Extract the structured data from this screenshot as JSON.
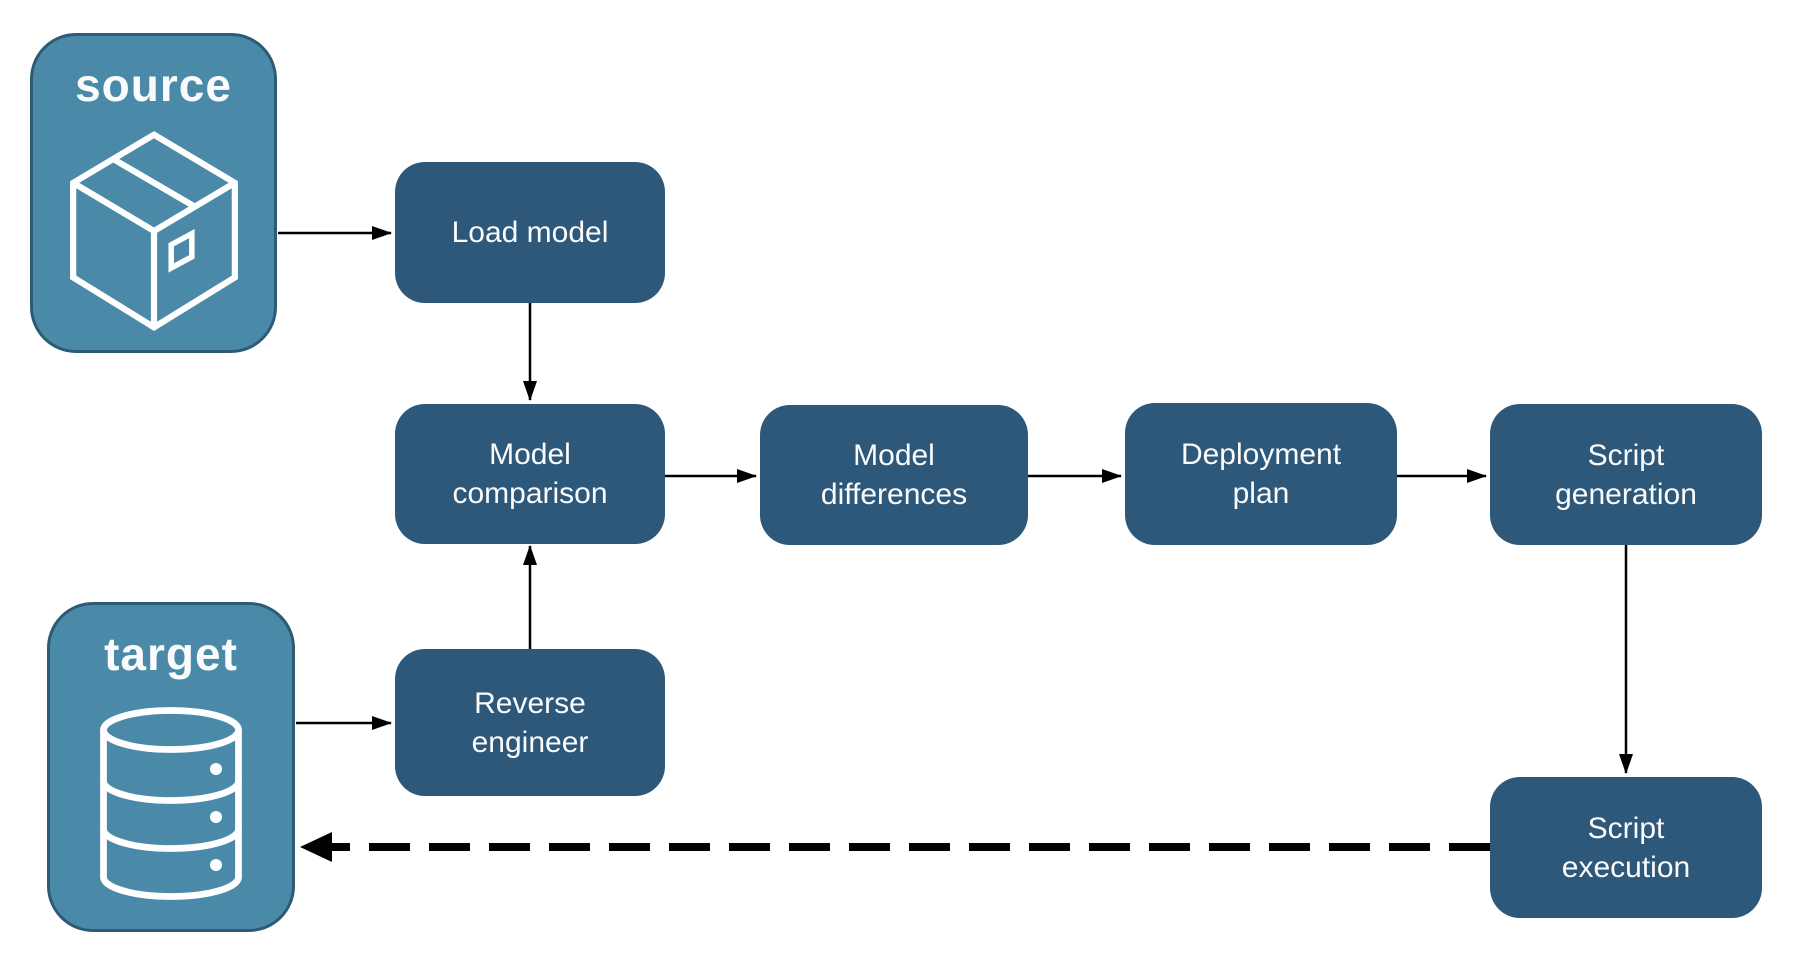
{
  "colors": {
    "background": "#FFFFFF",
    "node_fill": "#2D587A",
    "endpoint_fill": "#4A8AA8",
    "endpoint_border": "#2E5B74",
    "arrow": "#000000",
    "text": "#FAFBFC"
  },
  "endpoints": {
    "source": {
      "label": "source",
      "icon": "package-icon"
    },
    "target": {
      "label": "target",
      "icon": "database-icon"
    }
  },
  "nodes": {
    "load_model": {
      "label": "Load model"
    },
    "model_comparison": {
      "label": "Model\ncomparison"
    },
    "model_differences": {
      "label": "Model\ndifferences"
    },
    "deployment_plan": {
      "label": "Deployment\nplan"
    },
    "script_generation": {
      "label": "Script\ngeneration"
    },
    "reverse_engineer": {
      "label": "Reverse\nengineer"
    },
    "script_execution": {
      "label": "Script\nexecution"
    }
  },
  "edges": [
    {
      "from": "source",
      "to": "load_model",
      "style": "solid"
    },
    {
      "from": "load_model",
      "to": "model_comparison",
      "style": "solid"
    },
    {
      "from": "target",
      "to": "reverse_engineer",
      "style": "solid"
    },
    {
      "from": "reverse_engineer",
      "to": "model_comparison",
      "style": "solid"
    },
    {
      "from": "model_comparison",
      "to": "model_differences",
      "style": "solid"
    },
    {
      "from": "model_differences",
      "to": "deployment_plan",
      "style": "solid"
    },
    {
      "from": "deployment_plan",
      "to": "script_generation",
      "style": "solid"
    },
    {
      "from": "script_generation",
      "to": "script_execution",
      "style": "solid"
    },
    {
      "from": "script_execution",
      "to": "target",
      "style": "dashed"
    }
  ]
}
